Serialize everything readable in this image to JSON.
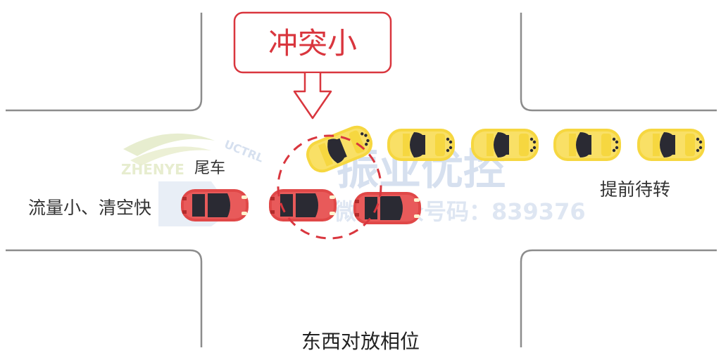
{
  "callout": {
    "text": "冲突小"
  },
  "labels": {
    "tail_car": "尾车",
    "flow": "流量小、清空快",
    "early_turn": "提前待转",
    "phase": "东西对放相位"
  },
  "watermark": {
    "brand_text": "振业优控",
    "brand_latin": "ZHENYE",
    "brand_arc": "UCTRL",
    "code_text": "微信公众号码：839376"
  },
  "colors": {
    "road_line": "#8c8c8c",
    "accent_red": "#d9363e",
    "car_red": "#e04848",
    "car_yellow": "#f6d740",
    "window_dark": "#2a2a33",
    "watermark": "#c9d6ea"
  }
}
